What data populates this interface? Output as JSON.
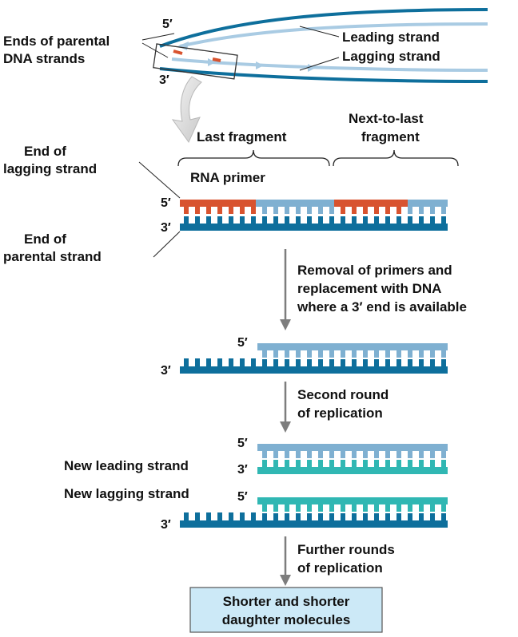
{
  "labels": {
    "ends_of_parental_line1": "Ends of parental",
    "ends_of_parental_line2": "DNA strands",
    "leading_strand": "Leading strand",
    "lagging_strand": "Lagging strand",
    "last_fragment": "Last fragment",
    "next_to_last_line1": "Next-to-last",
    "next_to_last_line2": "fragment",
    "end_of_lagging_line1": "End of",
    "end_of_lagging_line2": "lagging strand",
    "rna_primer": "RNA primer",
    "end_of_parental_line1": "End of",
    "end_of_parental_line2": "parental strand",
    "new_leading_strand": "New leading strand",
    "new_lagging_strand": "New lagging strand"
  },
  "ends": {
    "five_prime": "5′",
    "three_prime": "3′"
  },
  "steps": {
    "step1_line1": "Removal of primers and",
    "step1_line2": "replacement with DNA",
    "step1_line3": "where a 3′ end is available",
    "step2_line1": "Second round",
    "step2_line2": "of replication",
    "step3_line1": "Further rounds",
    "step3_line2": "of replication"
  },
  "result": {
    "line1": "Shorter and shorter",
    "line2": "daughter molecules"
  },
  "colors": {
    "parental_dark_blue": "#0e6f9c",
    "daughter_light_blue": "#7fb0d1",
    "rna_primer_red": "#d8532f",
    "new_teal": "#30b7b3",
    "result_box_fill": "#cce9f7",
    "arrow_gray": "#7d7d7d"
  }
}
